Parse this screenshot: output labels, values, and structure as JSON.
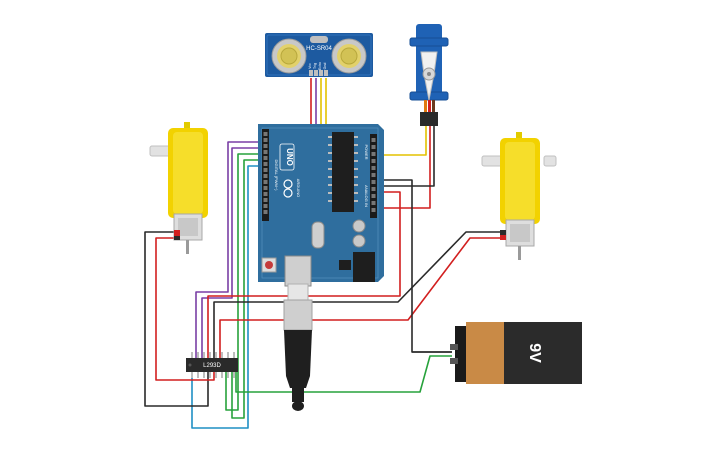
{
  "colors": {
    "board": "#2f6e9e",
    "board_dark": "#215a84",
    "sensor": "#1d5aa0",
    "servo": "#1f62b5",
    "motor": "#f2d200",
    "battery_case": "#2b2b2b",
    "battery_cap": "#c98a46",
    "wire_red": "#d21f1f",
    "wire_black": "#2a2a2a",
    "wire_yellow": "#e3c200",
    "wire_green": "#27a23b",
    "wire_purple": "#7a3fa5",
    "wire_blue": "#1f8fc4",
    "wire_orange": "#e07a10",
    "wire_gray": "#8a8a8a"
  },
  "components": {
    "ultrasonic": {
      "name": "ultrasonic-sensor",
      "label": "HC-SR04",
      "pins": [
        "Vcc",
        "Trig",
        "Echo",
        "Gnd"
      ]
    },
    "arduino": {
      "name": "arduino-uno",
      "label": "UNO",
      "brand": "ARDUINO",
      "top_header": "DIGITAL (PWM~)",
      "bottom_left": "POWER",
      "bottom_right": "ANALOG IN"
    },
    "servo": {
      "name": "servo-motor"
    },
    "motor_left": {
      "name": "dc-motor-left"
    },
    "motor_right": {
      "name": "dc-motor-right"
    },
    "driver": {
      "name": "motor-driver-chip",
      "label": "L293D"
    },
    "battery": {
      "name": "battery-9v",
      "label": "9V"
    }
  }
}
